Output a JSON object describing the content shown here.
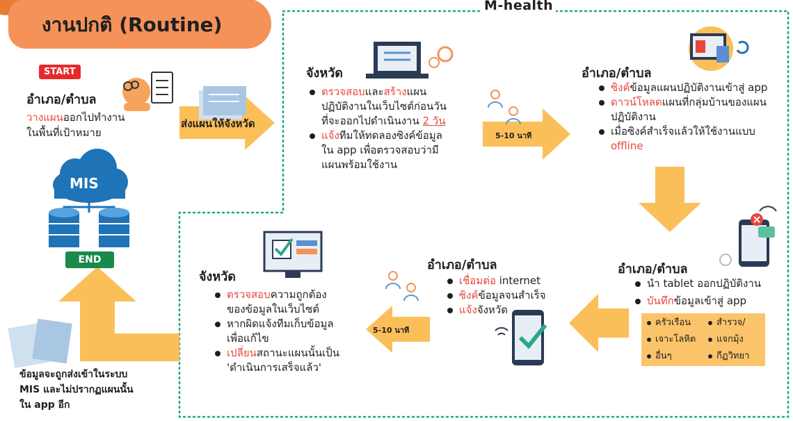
{
  "title": "งานปกติ (Routine)",
  "system_label": "M-health",
  "start_tag": "START",
  "end_tag": "END",
  "mis_label": "MIS",
  "step1": {
    "heading": "อำเภอ/ตำบล",
    "text_red": "วางแผน",
    "text_rest": "ออกไปทำงาน",
    "text_line2": "ในพื้นที่เป้าหมาย"
  },
  "arrow_send": "ส่งแผนให้จังหวัด",
  "step2": {
    "heading": "จังหวัด",
    "b1_red1": "ตรวจสอบ",
    "b1_mid": "และ",
    "b1_red2": "สร้าง",
    "b1_rest": "แผน",
    "b1_line2": "ปฏิบัติงานในเว็บไซต์ก่อนวัน",
    "b1_line3": "ที่จะออกไปดำเนินงาน ",
    "b1_days": "2 วัน",
    "b2_red": "แจ้ง",
    "b2_rest": "ทีมให้ทดลองซิงค์ข้อมูล",
    "b2_line2": "ใน app เพื่อตรวจสอบว่ามี",
    "b2_line3": "แผนพร้อมใช้งาน"
  },
  "arrow_time_1": "5-10 นาที",
  "arrow_time_2": "5-10 นาที",
  "step3": {
    "heading": "อำเภอ/ตำบล",
    "b1_red": "ซิงค์",
    "b1_rest": "ข้อมูลแผนปฏิบัติงานเข้าสู่ app",
    "b2_red": "ดาวน์โหลด",
    "b2_rest": "แผนที่กลุ่มบ้านของแผน",
    "b2_line2": "ปฏิบัติงาน",
    "b3_text": "เมื่อซิงค์สำเร็จแล้วให้ใช้งานแบบ",
    "b3_red": "offline"
  },
  "step4": {
    "heading": "อำเภอ/ตำบล",
    "b1_text": "นำ tablet ออกปฏิบัติงาน",
    "b2_red": "บันทึก",
    "b2_rest": "ข้อมูลเข้าสู่ app",
    "box_items": [
      "ครัวเรือน",
      "สำรวจ/",
      "เจาะโลหิต",
      "แจกมุ้ง",
      "อื่นๆ",
      "กีฏวิทยา"
    ]
  },
  "step5": {
    "heading": "อำเภอ/ตำบล",
    "b1_red": "เชื่อมต่อ",
    "b1_rest": " internet",
    "b2_red": "ซิงค์",
    "b2_rest": "ข้อมูลจนสำเร็จ",
    "b3_red": "แจ้ง",
    "b3_rest": "จังหวัด"
  },
  "step6": {
    "heading": "จังหวัด",
    "b1_red": "ตรวจสอบ",
    "b1_rest": "ความถูกต้อง",
    "b1_line2": "ของข้อมูลในเว็บไซต์",
    "b2_text": "หากผิดแจ้งทีมเก็บข้อมูล",
    "b2_line2": "เพื่อแก้ไข",
    "b3_red": "เปลี่ยน",
    "b3_rest": "สถานะแผนนั้นเป็น",
    "b3_line2": "'ดำเนินการเสร็จแล้ว'"
  },
  "final_note": {
    "line1": "ข้อมูลจะถูกส่งเข้าในระบบ",
    "line2": "MIS และไม่ปรากฏแผนนั้น",
    "line3": "ใน app อีก"
  },
  "colors": {
    "accent_orange": "#f4925a",
    "arrow": "#fbbf5a",
    "red_text": "#e8453c",
    "dotted": "#1aa58a",
    "end_green": "#1a8a4b",
    "mis_blue": "#1f73b7"
  }
}
